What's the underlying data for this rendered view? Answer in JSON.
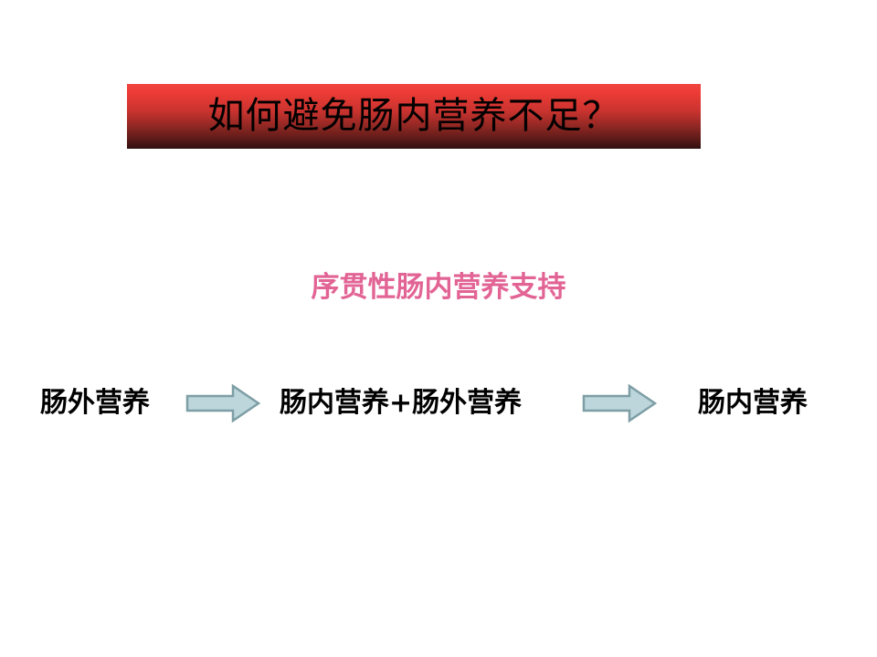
{
  "slide": {
    "background_color": "#ffffff",
    "title": {
      "text": "如何避免肠内营养不足？",
      "text_color": "#000000",
      "banner_gradient_top": "#ed3b35",
      "banner_gradient_bottom": "#2e100f"
    },
    "subtitle": {
      "text": "序贯性肠内营养支持",
      "color": "#e26495"
    },
    "flow": {
      "arrow_fill": "#bcd6dc",
      "arrow_stroke": "#7e9ea5",
      "steps": [
        {
          "label": "肠外营养"
        },
        {
          "label": "肠内营养+肠外营养"
        },
        {
          "label": "肠内营养"
        }
      ],
      "arrows": [
        {
          "name": "flow-arrow-right-1"
        },
        {
          "name": "flow-arrow-right-2"
        }
      ]
    }
  }
}
